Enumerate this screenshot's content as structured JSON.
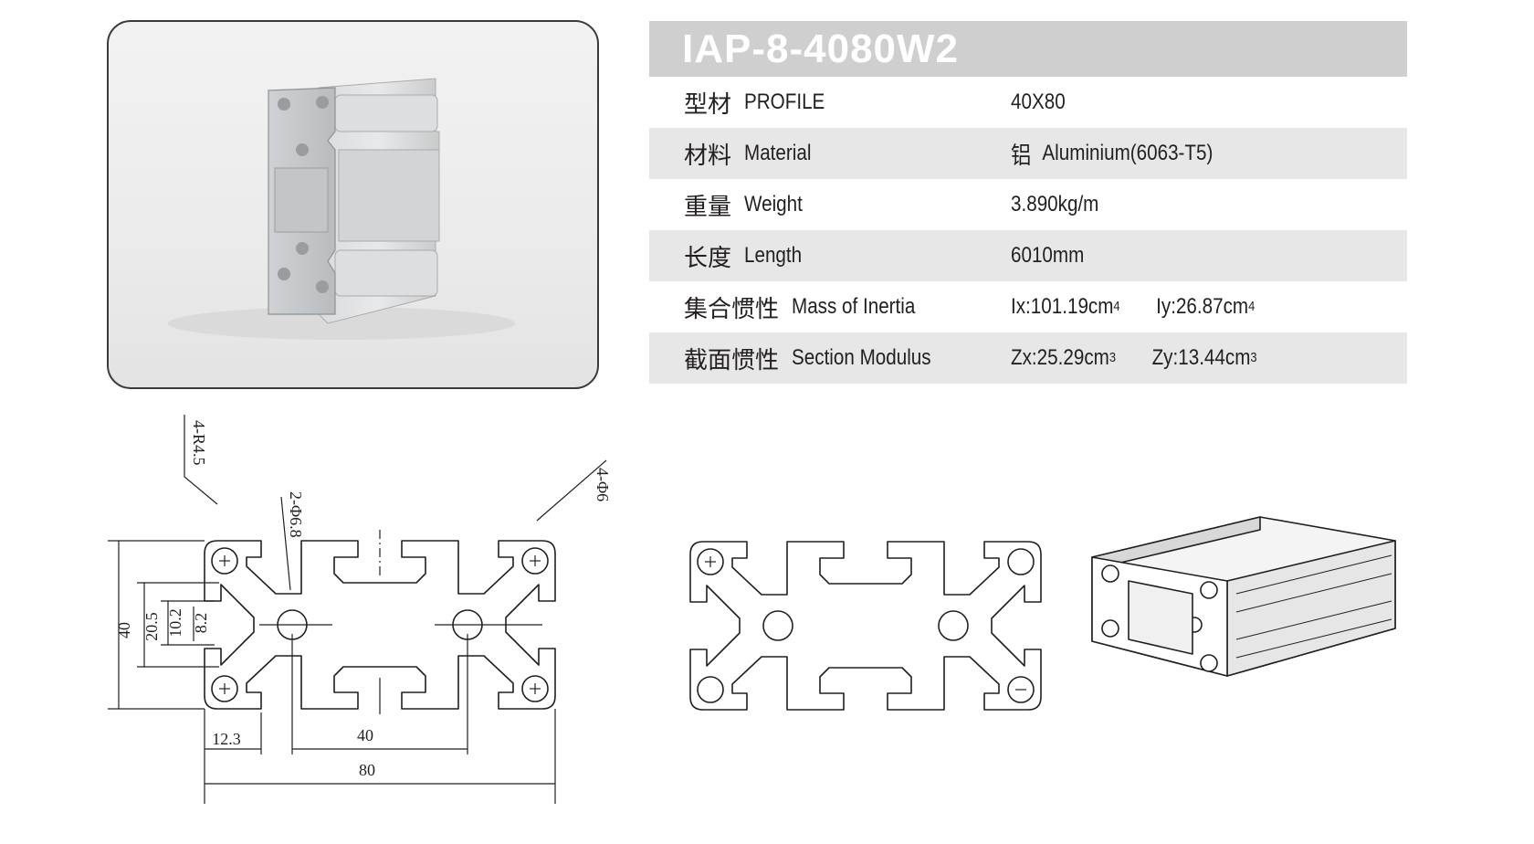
{
  "title": "IAP-8-4080W2",
  "specs": [
    {
      "zh": "型材",
      "en": "PROFILE",
      "value_zh": "",
      "value": "40X80"
    },
    {
      "zh": "材料",
      "en": "Material",
      "value_zh": "铝",
      "value": "Aluminium(6063-T5)"
    },
    {
      "zh": "重量",
      "en": "Weight",
      "value_zh": "",
      "value": "3.890kg/m"
    },
    {
      "zh": "长度",
      "en": "Length",
      "value_zh": "",
      "value": "6010mm"
    },
    {
      "zh": "集合惯性",
      "en": "Mass of Inertia",
      "ix": "Ix:101.19cm",
      "ix_sup": "4",
      "iy": "Iy:26.87cm",
      "iy_sup": "4"
    },
    {
      "zh": "截面惯性",
      "en": "Section Modulus",
      "zx": "Zx:25.29cm",
      "zx_sup": "3",
      "zy": "Zy:13.44cm",
      "zy_sup": "3"
    }
  ],
  "dimensions": {
    "corner_radius": "4-R4.5",
    "center_holes": "2-Φ6.8",
    "corner_holes": "4-Φ6",
    "height": "40",
    "d_20_5": "20.5",
    "d_10_2": "10.2",
    "d_8_2": "8.2",
    "d_12_3": "12.3",
    "d_40": "40",
    "d_80": "80"
  }
}
